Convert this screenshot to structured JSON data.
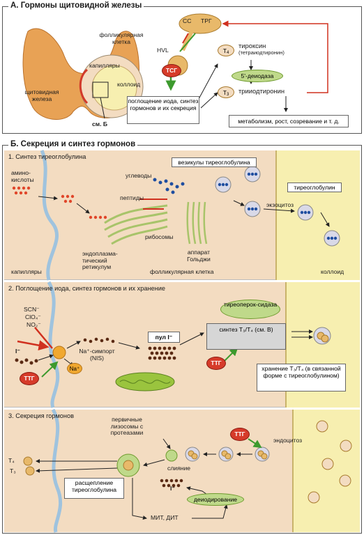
{
  "sectionA": {
    "title": "A. Гормоны щитовидной железы",
    "thyroid_label": "щитовидная железа",
    "follicular_cell": "фолликулярная клетка",
    "capillaries": "капилляры",
    "colloid": "коллоид",
    "see_b": "см. Б",
    "hvl": "HVL",
    "ss": "СС",
    "trg": "ТРГ",
    "tsg": "ТСГ",
    "uptake_box": "поглощение иода, синтез гормонов и их секреция",
    "t4": "T",
    "t4_sub": "4",
    "t3": "T",
    "t3_sub": "3",
    "thyroxine": "тироксин",
    "thyroxine_note": "(тетраиодтиронин)",
    "deiodase": "5'-деиодаза",
    "triiodothyronine": "трииодтиронин",
    "effects_box": "метаболизм, рост, созревание и т. д."
  },
  "sectionB": {
    "title": "Б. Секреция и синтез гормонов",
    "part1": {
      "title": "1. Синтез тиреоглобулина",
      "amino_acids": "амино-кислоты",
      "carbohydrates": "углеводы",
      "peptides": "пептиды",
      "ribosomes": "рибосомы",
      "er": "эндоплазма-тический ретикулум",
      "golgi": "аппарат Гольджи",
      "vesicles": "везикулы тиреоглобулина",
      "exocytosis": "экзоцитоз",
      "thyroglobulin": "тиреоглобулин",
      "capillaries": "капилляры",
      "follicular_cell": "фолликулярная клетка",
      "colloid": "коллоид"
    },
    "part2": {
      "title": "2. Поглощение иода, синтез гормонов и их хранение",
      "ions": [
        "SCN⁻",
        "ClO₄⁻",
        "NO₂⁻"
      ],
      "iodide": "I⁻",
      "ttg": "ТТГ",
      "symport": "Na⁺-симпорт (NIS)",
      "na": "Na⁺",
      "pool": "пул I⁻",
      "peroxidase": "тиреоперок-сидаза",
      "synthesis": "синтез T₃/T₄ (см. В)",
      "storage": "хранение T₃/T₄ (в связанной форме с тиреоглобулином)"
    },
    "part3": {
      "title": "3. Секреция гормонов",
      "lysosomes": "первичные лизосомы с протеазами",
      "ttg": "ТТГ",
      "endocytosis": "эндоцитоз",
      "fusion": "слияние",
      "t4": "T₄",
      "t3": "T₃",
      "cleavage": "расщепление тиреоглобулина",
      "deiodination": "деиодирование",
      "iodide": "I⁻",
      "mit_dit": "МИТ, ДИТ"
    }
  },
  "colors": {
    "panel_bg": "#f3dcc1",
    "colloid_bg": "#f7efb0",
    "arrow_red": "#d0301f",
    "arrow_green": "#3d9a2e",
    "dot_red": "#e0462a",
    "dot_brown": "#5a2a14",
    "blue": "#1f4ea0"
  }
}
